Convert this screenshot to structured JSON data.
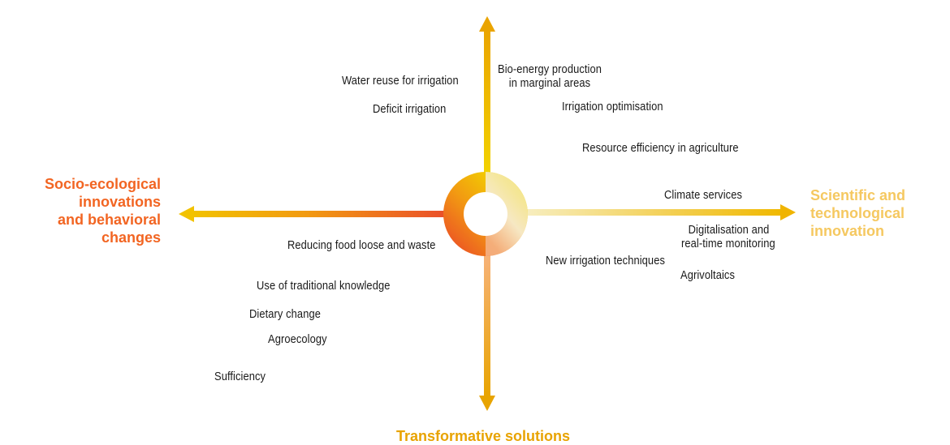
{
  "axes": {
    "left_label": [
      "Socio-ecological",
      "innovations",
      "and behavioral",
      "changes"
    ],
    "right_label": [
      "Scientific and",
      "technological",
      "innovation"
    ],
    "bottom_label": "Transformative solutions"
  },
  "colors": {
    "left_accent": "#f26522",
    "right_accent": "#f5c860",
    "axis_yellow": "#f2c200",
    "axis_gold": "#e8a300",
    "axis_red": "#ea4e2a"
  },
  "items": {
    "water_reuse": "Water reuse for irrigation",
    "deficit_irrigation": "Deficit irrigation",
    "bio_energy": [
      "Bio-energy production",
      "in marginal areas"
    ],
    "irrigation_optimisation": "Irrigation optimisation",
    "resource_efficiency": "Resource efficiency in agriculture",
    "climate_services": "Climate services",
    "digitalisation": [
      "Digitalisation and",
      "real-time monitoring"
    ],
    "new_irrigation": "New irrigation techniques",
    "agrivoltaics": "Agrivoltaics",
    "food_waste": "Reducing food loose and waste",
    "traditional_knowledge": "Use of traditional knowledge",
    "dietary_change": "Dietary change",
    "agroecology": "Agroecology",
    "sufficiency": "Sufficiency"
  }
}
